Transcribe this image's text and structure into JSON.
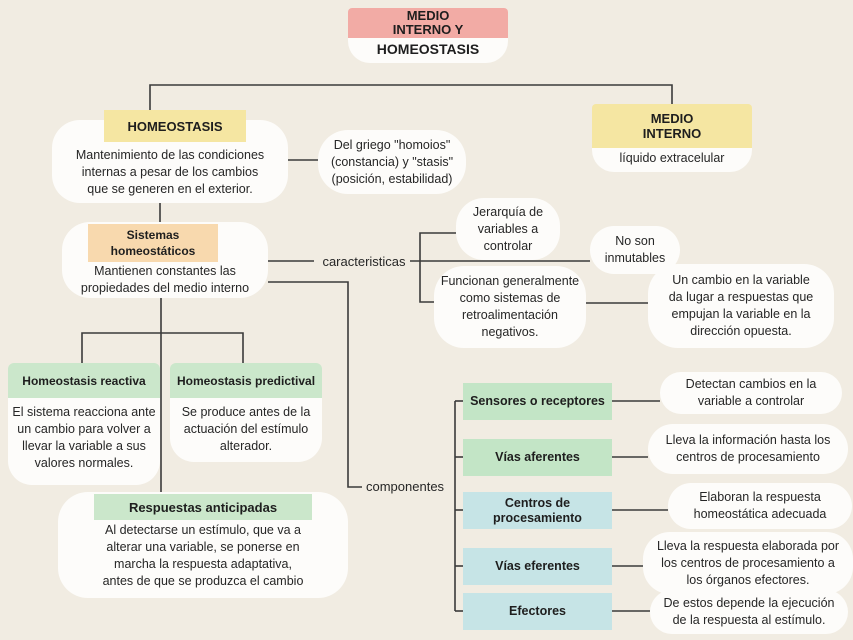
{
  "palette": {
    "background": "#f1ece2",
    "pink": "#f2aba5",
    "yellow": "#f5e6a2",
    "peach": "#f8d9ae",
    "green_header": "#cbe7cb",
    "green_box": "#c3e5c6",
    "teal_box": "#c6e4e6",
    "bubble_white": "#fdfcfa",
    "line": "#3b3b3b",
    "text": "#262626"
  },
  "title": {
    "top": "MEDIO\nINTERNO Y",
    "bottom": "HOMEOSTASIS"
  },
  "homeostasis": {
    "header": "HOMEOSTASIS",
    "body": "Mantenimiento de las condiciones\ninternas a pesar de los cambios\nque se generen en el exterior."
  },
  "etymology": {
    "text": "Del griego \"homoios\"\n(constancia) y \"stasis\"\n(posición, estabilidad)"
  },
  "medio_interno": {
    "header": "MEDIO\nINTERNO",
    "body": "líquido extracelular"
  },
  "sistemas": {
    "header": "Sistemas\nhomeostáticos",
    "body": "Mantienen constantes las\npropiedades del medio interno"
  },
  "labels": {
    "caracteristicas": "caracteristicas",
    "componentes": "componentes"
  },
  "caracteristicas_items": {
    "jerarquia": "Jerarquía de\nvariables a\ncontrolar",
    "no_inmutables": "No son\ninmutables",
    "retroalimentacion": "Funcionan generalmente\ncomo sistemas de\nretroalimentación\nnegativos.",
    "cambio_variable": "Un cambio en la variable\nda lugar a respuestas que\nempujan la variable en la\ndirección opuesta."
  },
  "tipos": {
    "reactiva": {
      "header": "Homeostasis reactiva",
      "body": "El sistema reacciona ante\nun cambio para volver a\nllevar la variable a sus\nvalores normales."
    },
    "predictival": {
      "header": "Homeostasis predictival",
      "body": "Se produce antes de la\nactuación del estímulo\nalterador."
    },
    "anticipadas": {
      "header": "Respuestas anticipadas",
      "body": "Al detectarse un estímulo, que va a\nalterar una variable, se ponerse en\nmarcha la respuesta adaptativa,\nantes de que se produzca el cambio"
    }
  },
  "componentes": [
    {
      "label": "Sensores o receptores",
      "desc": "Detectan cambios en la\nvariable a controlar"
    },
    {
      "label": "Vías aferentes",
      "desc": "Lleva la información hasta los\ncentros de procesamiento"
    },
    {
      "label": "Centros de\nprocesamiento",
      "desc": "Elaboran la respuesta\nhomeostática adecuada"
    },
    {
      "label": "Vías eferentes",
      "desc": "Lleva la respuesta elaborada por\nlos centros de procesamiento a\nlos órganos efectores."
    },
    {
      "label": "Efectores",
      "desc": "De estos depende la ejecución\nde la respuesta al estímulo."
    }
  ]
}
